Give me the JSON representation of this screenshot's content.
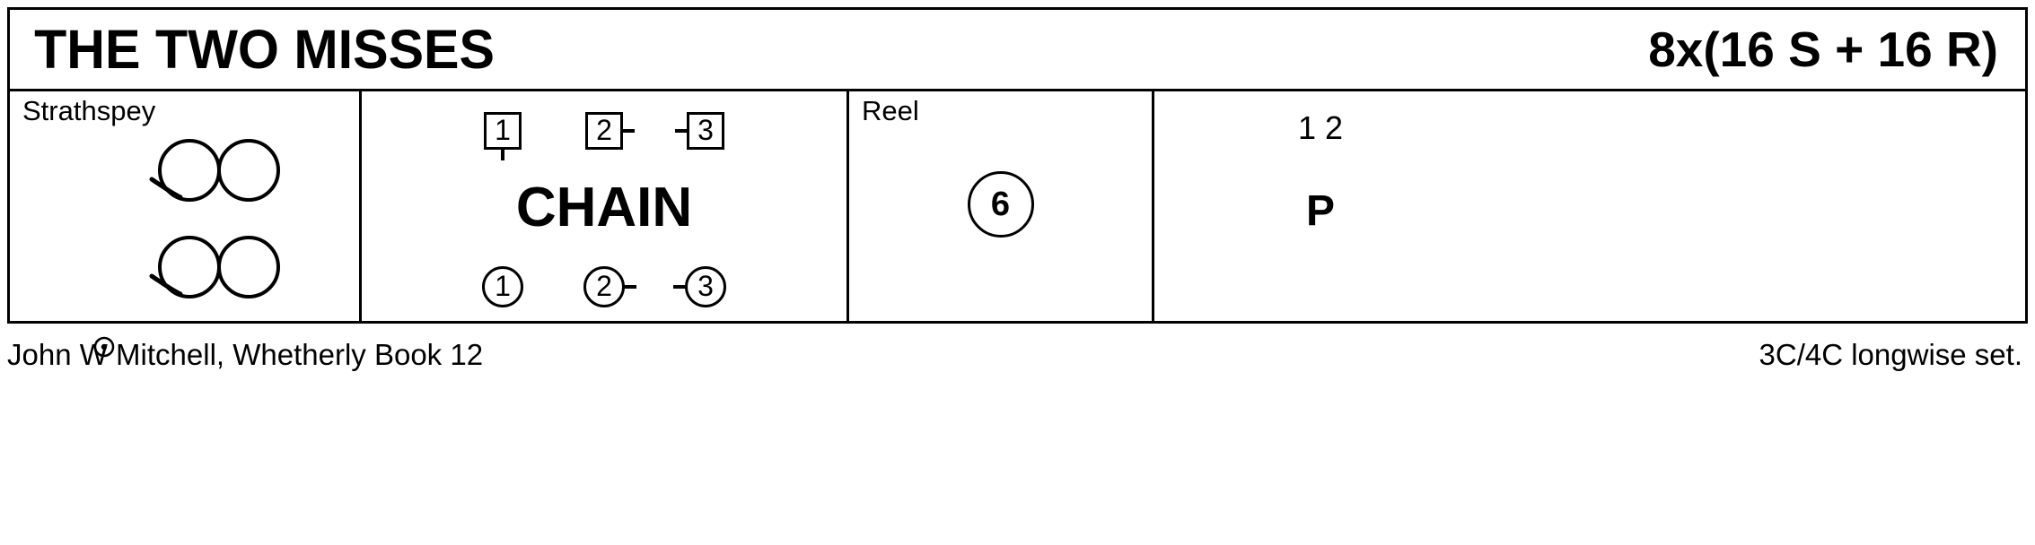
{
  "header": {
    "title": "THE TWO MISSES",
    "structure": "8x(16 S + 16 R)"
  },
  "panels": {
    "strathspey": {
      "label": "Strathspey",
      "figures": [
        {
          "name": "figure-of-eight-top",
          "glyph": "two-circles-with-tail"
        },
        {
          "name": "figure-of-eight-bottom",
          "glyph": "two-circles-with-tail"
        }
      ],
      "dot_marker": "circled-dot"
    },
    "chain": {
      "label": "",
      "move": "CHAIN",
      "top_row": [
        {
          "shape": "square",
          "number": "1",
          "tick": "down"
        },
        {
          "shape": "square",
          "number": "2",
          "tick": "right"
        },
        {
          "shape": "square",
          "number": "3",
          "tick": "left"
        }
      ],
      "bottom_row": [
        {
          "shape": "circle",
          "number": "1",
          "tick": "none"
        },
        {
          "shape": "circle",
          "number": "2",
          "tick": "right"
        },
        {
          "shape": "circle",
          "number": "3",
          "tick": "left"
        }
      ]
    },
    "reel": {
      "label": "Reel",
      "bars": "6"
    },
    "final": {
      "order": "1 2",
      "code": "P"
    }
  },
  "footer": {
    "left": "John W Mitchell, Whetherly Book 12",
    "right": "3C/4C longwise set."
  },
  "colors": {
    "ink": "#000000",
    "paper": "#ffffff"
  }
}
